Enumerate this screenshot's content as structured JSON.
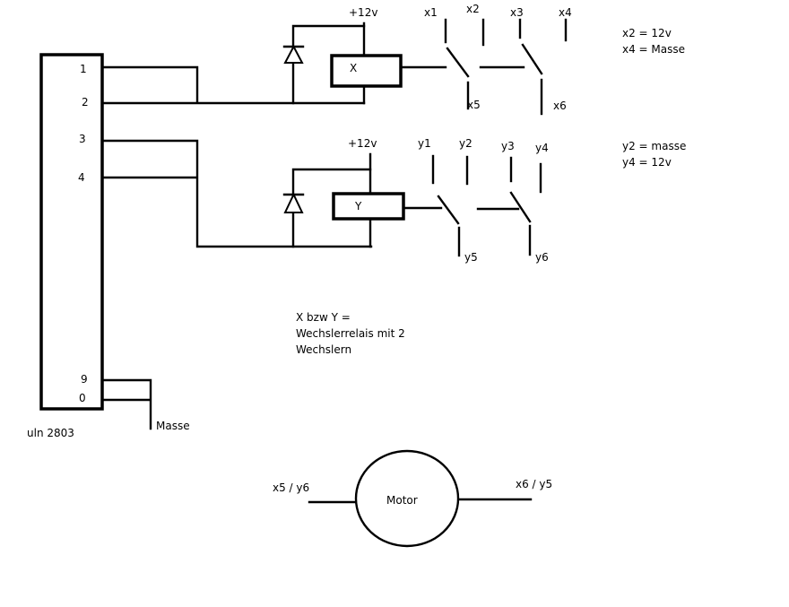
{
  "ic": {
    "name": "uln 2803",
    "pins": [
      "1",
      "2",
      "3",
      "4",
      "9",
      "0"
    ]
  },
  "ground_label": "Masse",
  "relay_x": {
    "name": "X",
    "supply": "+12v",
    "contacts": [
      "x1",
      "x2",
      "x3",
      "x4",
      "x5",
      "x6"
    ],
    "notes": [
      "x2 = 12v",
      "x4 = Masse"
    ]
  },
  "relay_y": {
    "name": "Y",
    "supply": "+12v",
    "contacts": [
      "y1",
      "y2",
      "y3",
      "y4",
      "y5",
      "y6"
    ],
    "notes": [
      "y2 = masse",
      "y4 = 12v"
    ]
  },
  "description": [
    "X bzw Y =",
    "Wechslerrelais mit 2",
    "Wechslern"
  ],
  "motor": {
    "label": "Motor",
    "left_terminal": "x5 / y6",
    "right_terminal": "x6 / y5"
  }
}
